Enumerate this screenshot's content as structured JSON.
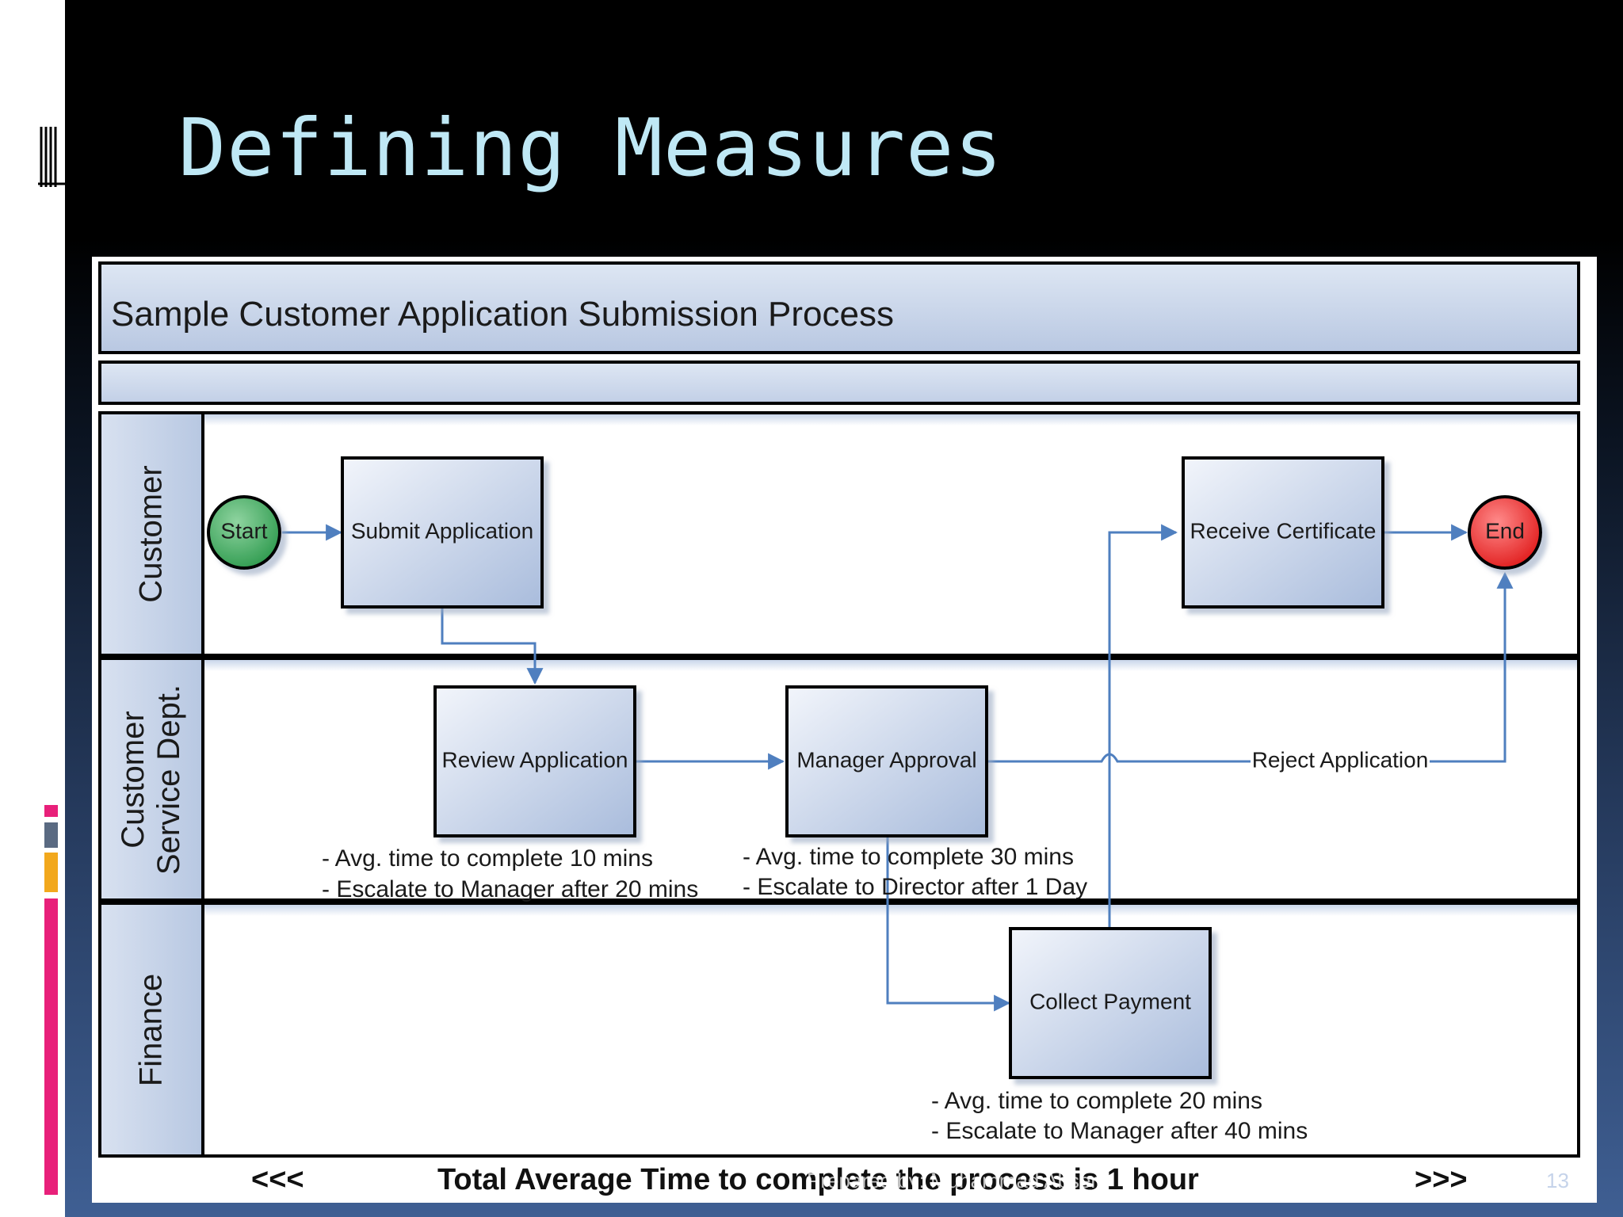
{
  "slide": {
    "title": "Defining Measures",
    "page_number": "13",
    "credit": "Prepared by: Muhammad Abser"
  },
  "diagram": {
    "header": "Sample Customer Application Submission Process",
    "lanes": [
      {
        "label": "Customer"
      },
      {
        "label": "Customer Service Dept."
      },
      {
        "label": "Finance"
      }
    ],
    "nodes": {
      "start": "Start",
      "end": "End",
      "submit": "Submit Application",
      "review": "Review Application",
      "approval": "Manager Approval",
      "payment": "Collect Payment",
      "certificate": "Receive Certificate"
    },
    "edge_labels": {
      "reject": "Reject Application"
    },
    "notes": {
      "review": [
        "- Avg. time to complete 10 mins",
        "- Escalate to Manager after 20 mins"
      ],
      "approval": [
        "- Avg. time to complete 30 mins",
        "- Escalate to Director after 1 Day"
      ],
      "payment": [
        "- Avg. time to complete 20 mins",
        "- Escalate to Manager after 40 mins"
      ]
    },
    "footer": {
      "left_arrows": "<<<",
      "text": "Total Average Time to complete the process is 1 hour",
      "right_arrows": ">>>"
    }
  },
  "colors": {
    "title": "#bfe8f5",
    "start_node": "#2e9a4e",
    "end_node": "#e01b1b",
    "connector": "#4f7fbf",
    "lane_header": "#c3d0e7",
    "deco_bars": [
      "#e8207a",
      "#5a6a82",
      "#f2a81d",
      "#e8207a"
    ]
  }
}
